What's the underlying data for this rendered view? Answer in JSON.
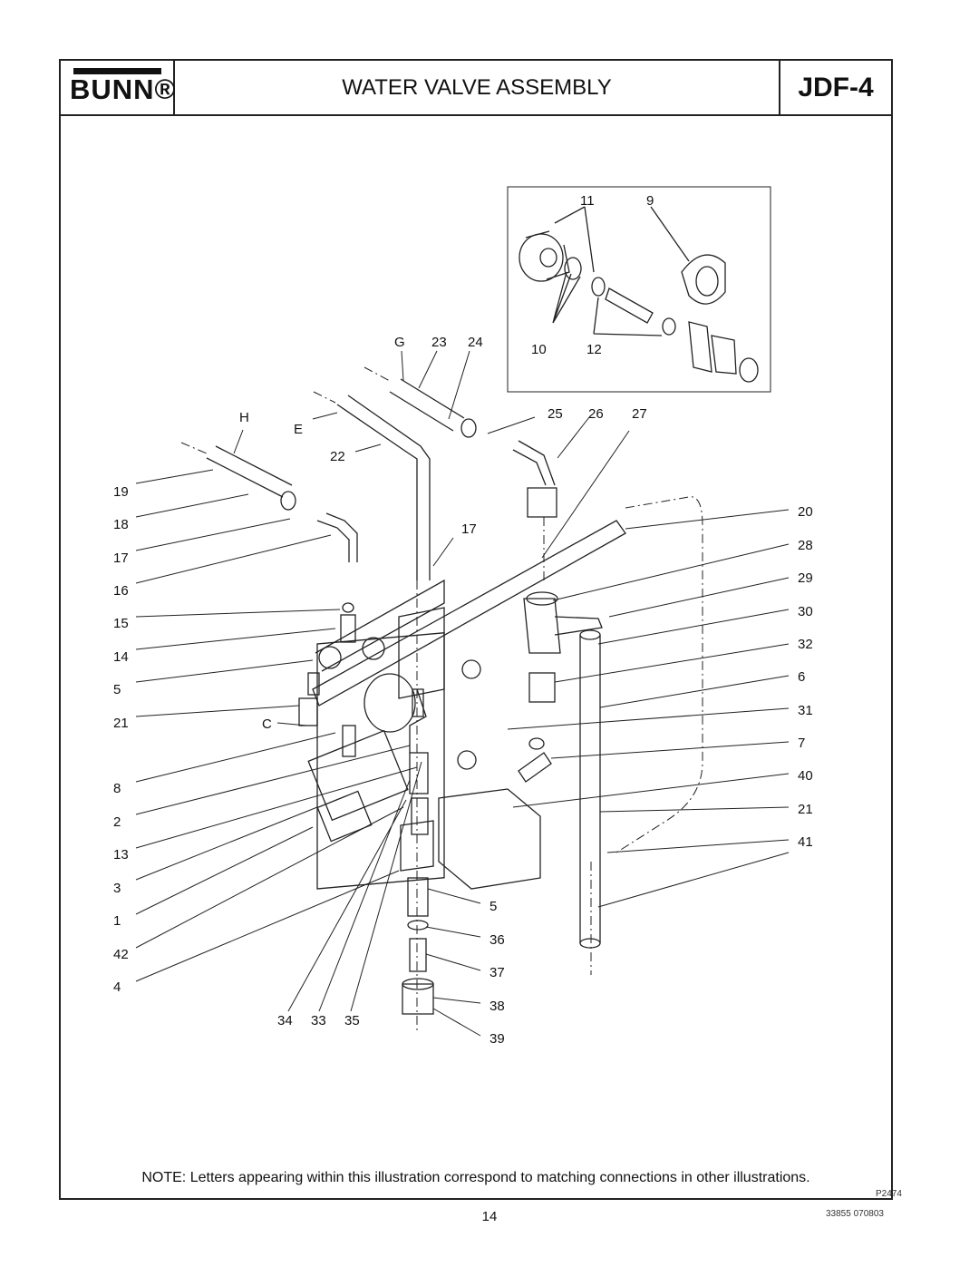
{
  "header": {
    "brand": "BUNN®",
    "title": "WATER VALVE ASSEMBLY",
    "model": "JDF-4"
  },
  "figure": {
    "inset_callouts": [
      "11",
      "9",
      "10",
      "12"
    ],
    "top_callouts": [
      "G",
      "23",
      "24",
      "H",
      "E",
      "22",
      "25",
      "26",
      "27",
      "17",
      "C"
    ],
    "left_callouts": [
      "19",
      "18",
      "17",
      "16",
      "15",
      "14",
      "5",
      "21",
      "8",
      "2",
      "13",
      "3",
      "1",
      "42",
      "4"
    ],
    "right_callouts": [
      "20",
      "28",
      "29",
      "30",
      "32",
      "6",
      "31",
      "7",
      "40",
      "21",
      "41"
    ],
    "bottom_callouts": [
      "5",
      "36",
      "37",
      "38",
      "39",
      "34",
      "33",
      "35"
    ],
    "figure_code": "P2474"
  },
  "note": "NOTE: Letters appearing within this illustration correspond to matching connections in other illustrations.",
  "footer": {
    "page_number": "14",
    "document_number": "33855 070803"
  }
}
